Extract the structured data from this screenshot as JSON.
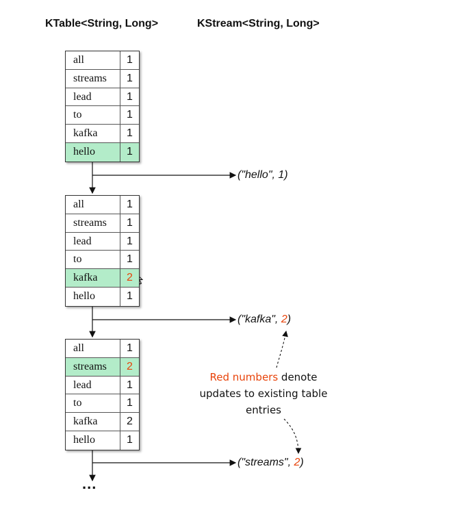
{
  "headers": {
    "ktable": "KTable<String, Long>",
    "kstream": "KStream<String, Long>"
  },
  "tables": [
    {
      "rows": [
        {
          "key": "all",
          "value": "1"
        },
        {
          "key": "streams",
          "value": "1"
        },
        {
          "key": "lead",
          "value": "1"
        },
        {
          "key": "to",
          "value": "1"
        },
        {
          "key": "kafka",
          "value": "1"
        },
        {
          "key": "hello",
          "value": "1",
          "highlight": true
        }
      ]
    },
    {
      "rows": [
        {
          "key": "all",
          "value": "1"
        },
        {
          "key": "streams",
          "value": "1"
        },
        {
          "key": "lead",
          "value": "1"
        },
        {
          "key": "to",
          "value": "1"
        },
        {
          "key": "kafka",
          "value": "2",
          "highlight": true,
          "red": true
        },
        {
          "key": "hello",
          "value": "1"
        }
      ]
    },
    {
      "rows": [
        {
          "key": "all",
          "value": "1"
        },
        {
          "key": "streams",
          "value": "2",
          "highlight": true,
          "red": true
        },
        {
          "key": "lead",
          "value": "1"
        },
        {
          "key": "to",
          "value": "1"
        },
        {
          "key": "kafka",
          "value": "2"
        },
        {
          "key": "hello",
          "value": "1"
        }
      ]
    }
  ],
  "records": [
    {
      "prefix": "(\"hello\", ",
      "value": "1",
      "suffix": ")",
      "red": false
    },
    {
      "prefix": "(\"kafka\", ",
      "value": "2",
      "suffix": ")",
      "red": true
    },
    {
      "prefix": "(\"streams\", ",
      "value": "2",
      "suffix": ")",
      "red": true
    }
  ],
  "note": {
    "red_part": "Red numbers",
    "rest": " denote updates to existing table entries"
  },
  "ellipsis": "...",
  "colors": {
    "highlight": "#b3ecc9",
    "red": "#e8430a"
  }
}
